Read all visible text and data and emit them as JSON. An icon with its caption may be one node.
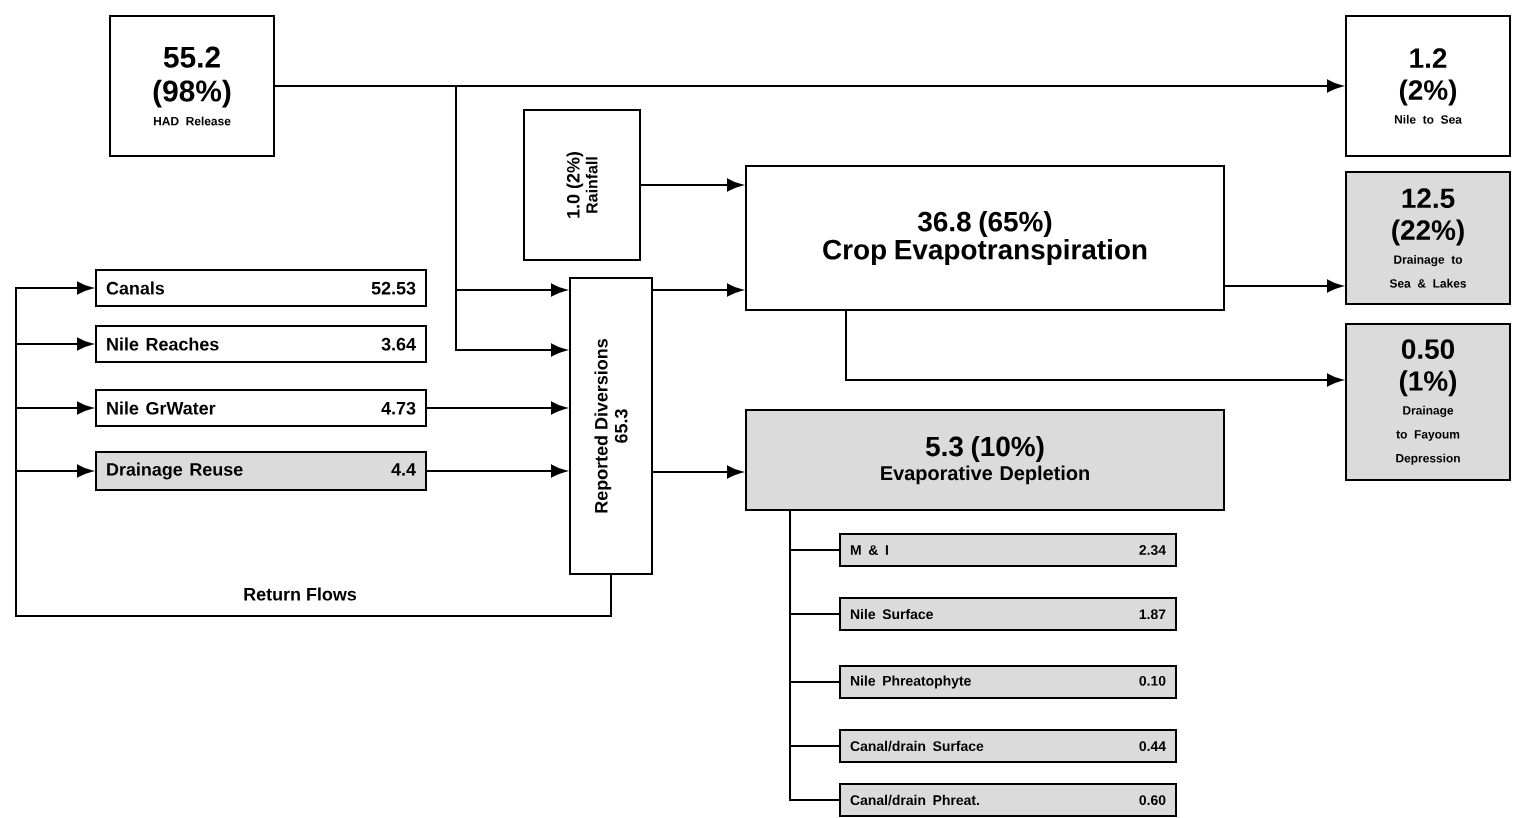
{
  "diagram": {
    "nodes": [
      {
        "text": [
          "55.2 (98%)",
          "HAD Release"
        ]
      },
      {
        "text": [
          "1.2 (2%)",
          "Nile to Sea"
        ]
      },
      {
        "text": [
          "1.0 (2%)",
          "Rainfall"
        ]
      },
      {
        "text": [
          "36.8  (65%)",
          "Crop Evapotranspiration"
        ]
      },
      {
        "text": [
          "12.5 (22%)",
          "Drainage to Sea & Lakes"
        ]
      },
      {
        "text": [
          "0.50 (1%)",
          "Drainage to Fayoum Depression"
        ]
      },
      {
        "text": [
          "Canals",
          "52.53"
        ]
      },
      {
        "text": [
          "Nile Reaches",
          "3.64"
        ]
      },
      {
        "text": [
          "Nile GrWater",
          "4.73"
        ]
      },
      {
        "text": [
          "Drainage Reuse",
          "4.4"
        ]
      },
      {
        "text": [
          "Reported Diversions",
          "65.3"
        ]
      },
      {
        "text": [
          "5.3 (10%)",
          "Evaporative Depletion"
        ]
      },
      {
        "text": [
          "M & I",
          "2.34"
        ]
      },
      {
        "text": [
          "Nile Surface",
          "1.87"
        ]
      },
      {
        "text": [
          "Nile Phreatophyte",
          "0.10"
        ]
      },
      {
        "text": [
          "Canal/drain Surface",
          "0.44"
        ]
      },
      {
        "text": [
          "Canal/drain Phreat.",
          "0.60"
        ]
      }
    ],
    "edges": [
      {
        "from": 0,
        "to": 1,
        "arrow": "to"
      },
      {
        "from": 0,
        "to": 10,
        "arrow": "to"
      },
      {
        "from": 0,
        "to": 10,
        "arrow": "to"
      },
      {
        "from": 2,
        "to": 3,
        "arrow": "to"
      },
      {
        "from": 10,
        "to": 3,
        "arrow": "to"
      },
      {
        "from": 3,
        "to": 4,
        "arrow": "to"
      },
      {
        "from": 3,
        "to": 5,
        "arrow": "to"
      },
      {
        "from": 8,
        "to": 10,
        "arrow": "to"
      },
      {
        "from": 9,
        "to": 10,
        "arrow": "to"
      },
      {
        "from": 10,
        "to": 11,
        "arrow": "to"
      },
      {
        "from": 10,
        "to": 6,
        "arrow": "to"
      },
      {
        "from": 10,
        "to": 7,
        "arrow": "to"
      },
      {
        "from": 10,
        "to": 8,
        "arrow": "to"
      },
      {
        "from": 10,
        "to": 9,
        "arrow": "to"
      },
      {
        "from": 11,
        "to": 12,
        "arrow": "none"
      },
      {
        "from": 11,
        "to": 13,
        "arrow": "none"
      },
      {
        "from": 11,
        "to": 14,
        "arrow": "none"
      },
      {
        "from": 11,
        "to": 15,
        "arrow": "none"
      },
      {
        "from": 11,
        "to": 16,
        "arrow": "none"
      }
    ],
    "labels": [
      "Return Flows"
    ]
  }
}
